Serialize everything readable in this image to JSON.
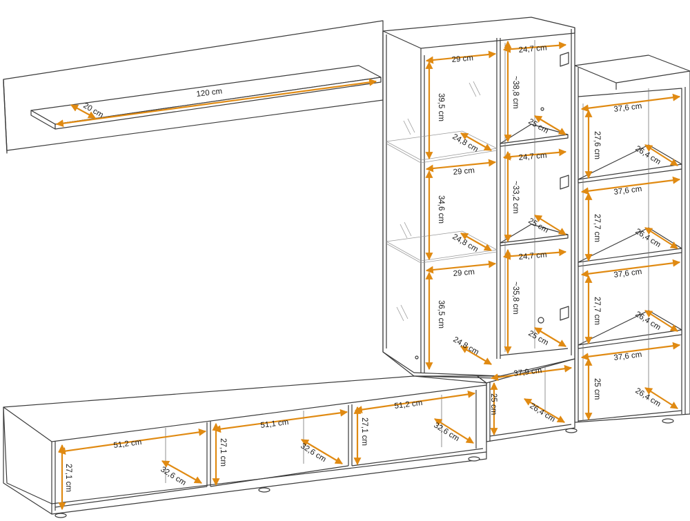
{
  "labels": {
    "shelf_length": "120 cm",
    "shelf_depth": "20 cm",
    "vit_w1": "29 cm",
    "vit_h1": "39,5 cm",
    "vit_gd1": "24,8 cm",
    "vit_w2": "29 cm",
    "vit_h2": "34,6 cm",
    "vit_gd2": "24,8 cm",
    "vit_w3": "29 cm",
    "vit_h3": "36,5 cm",
    "vit_d3": "24,8 cm",
    "cab_w1": "24,7 cm",
    "cab_h1": "~38,8 cm",
    "cab_d1": "25 cm",
    "cab_w2": "24,7 cm",
    "cab_h2": "~33,2 cm",
    "cab_d2": "25 cm",
    "cab_w3": "24,7 cm",
    "cab_h3": "~35,8 cm",
    "cab_d3": "25 cm",
    "rs_w1": "37,6 cm",
    "rs_h1": "27,6 cm",
    "rs_d1": "26,4 cm",
    "rs_w2": "37,6 cm",
    "rs_h2": "27,7 cm",
    "rs_d2": "26,4 cm",
    "rs_w3": "37,6 cm",
    "rs_h3": "27,7 cm",
    "rs_d3": "26,4 cm",
    "rs_w4": "37,6 cm",
    "rs_h4": "25 cm",
    "rs_d4": "26,4 cm",
    "lb_w": "37,9 cm",
    "lb_h": "25 cm",
    "lb_d": "26,4 cm",
    "tv_w1": "51,2 cm",
    "tv_h1": "27,1 cm",
    "tv_d1": "32,6 cm",
    "tv_w2": "51,1 cm",
    "tv_h2": "27,1 cm",
    "tv_d2": "32,6 cm",
    "tv_w3": "51,2 cm",
    "tv_h3": "27,1 cm",
    "tv_d3": "32,6 cm"
  },
  "colors": {
    "dimension_line": "#e08a12",
    "outline": "#3a3a3a"
  }
}
